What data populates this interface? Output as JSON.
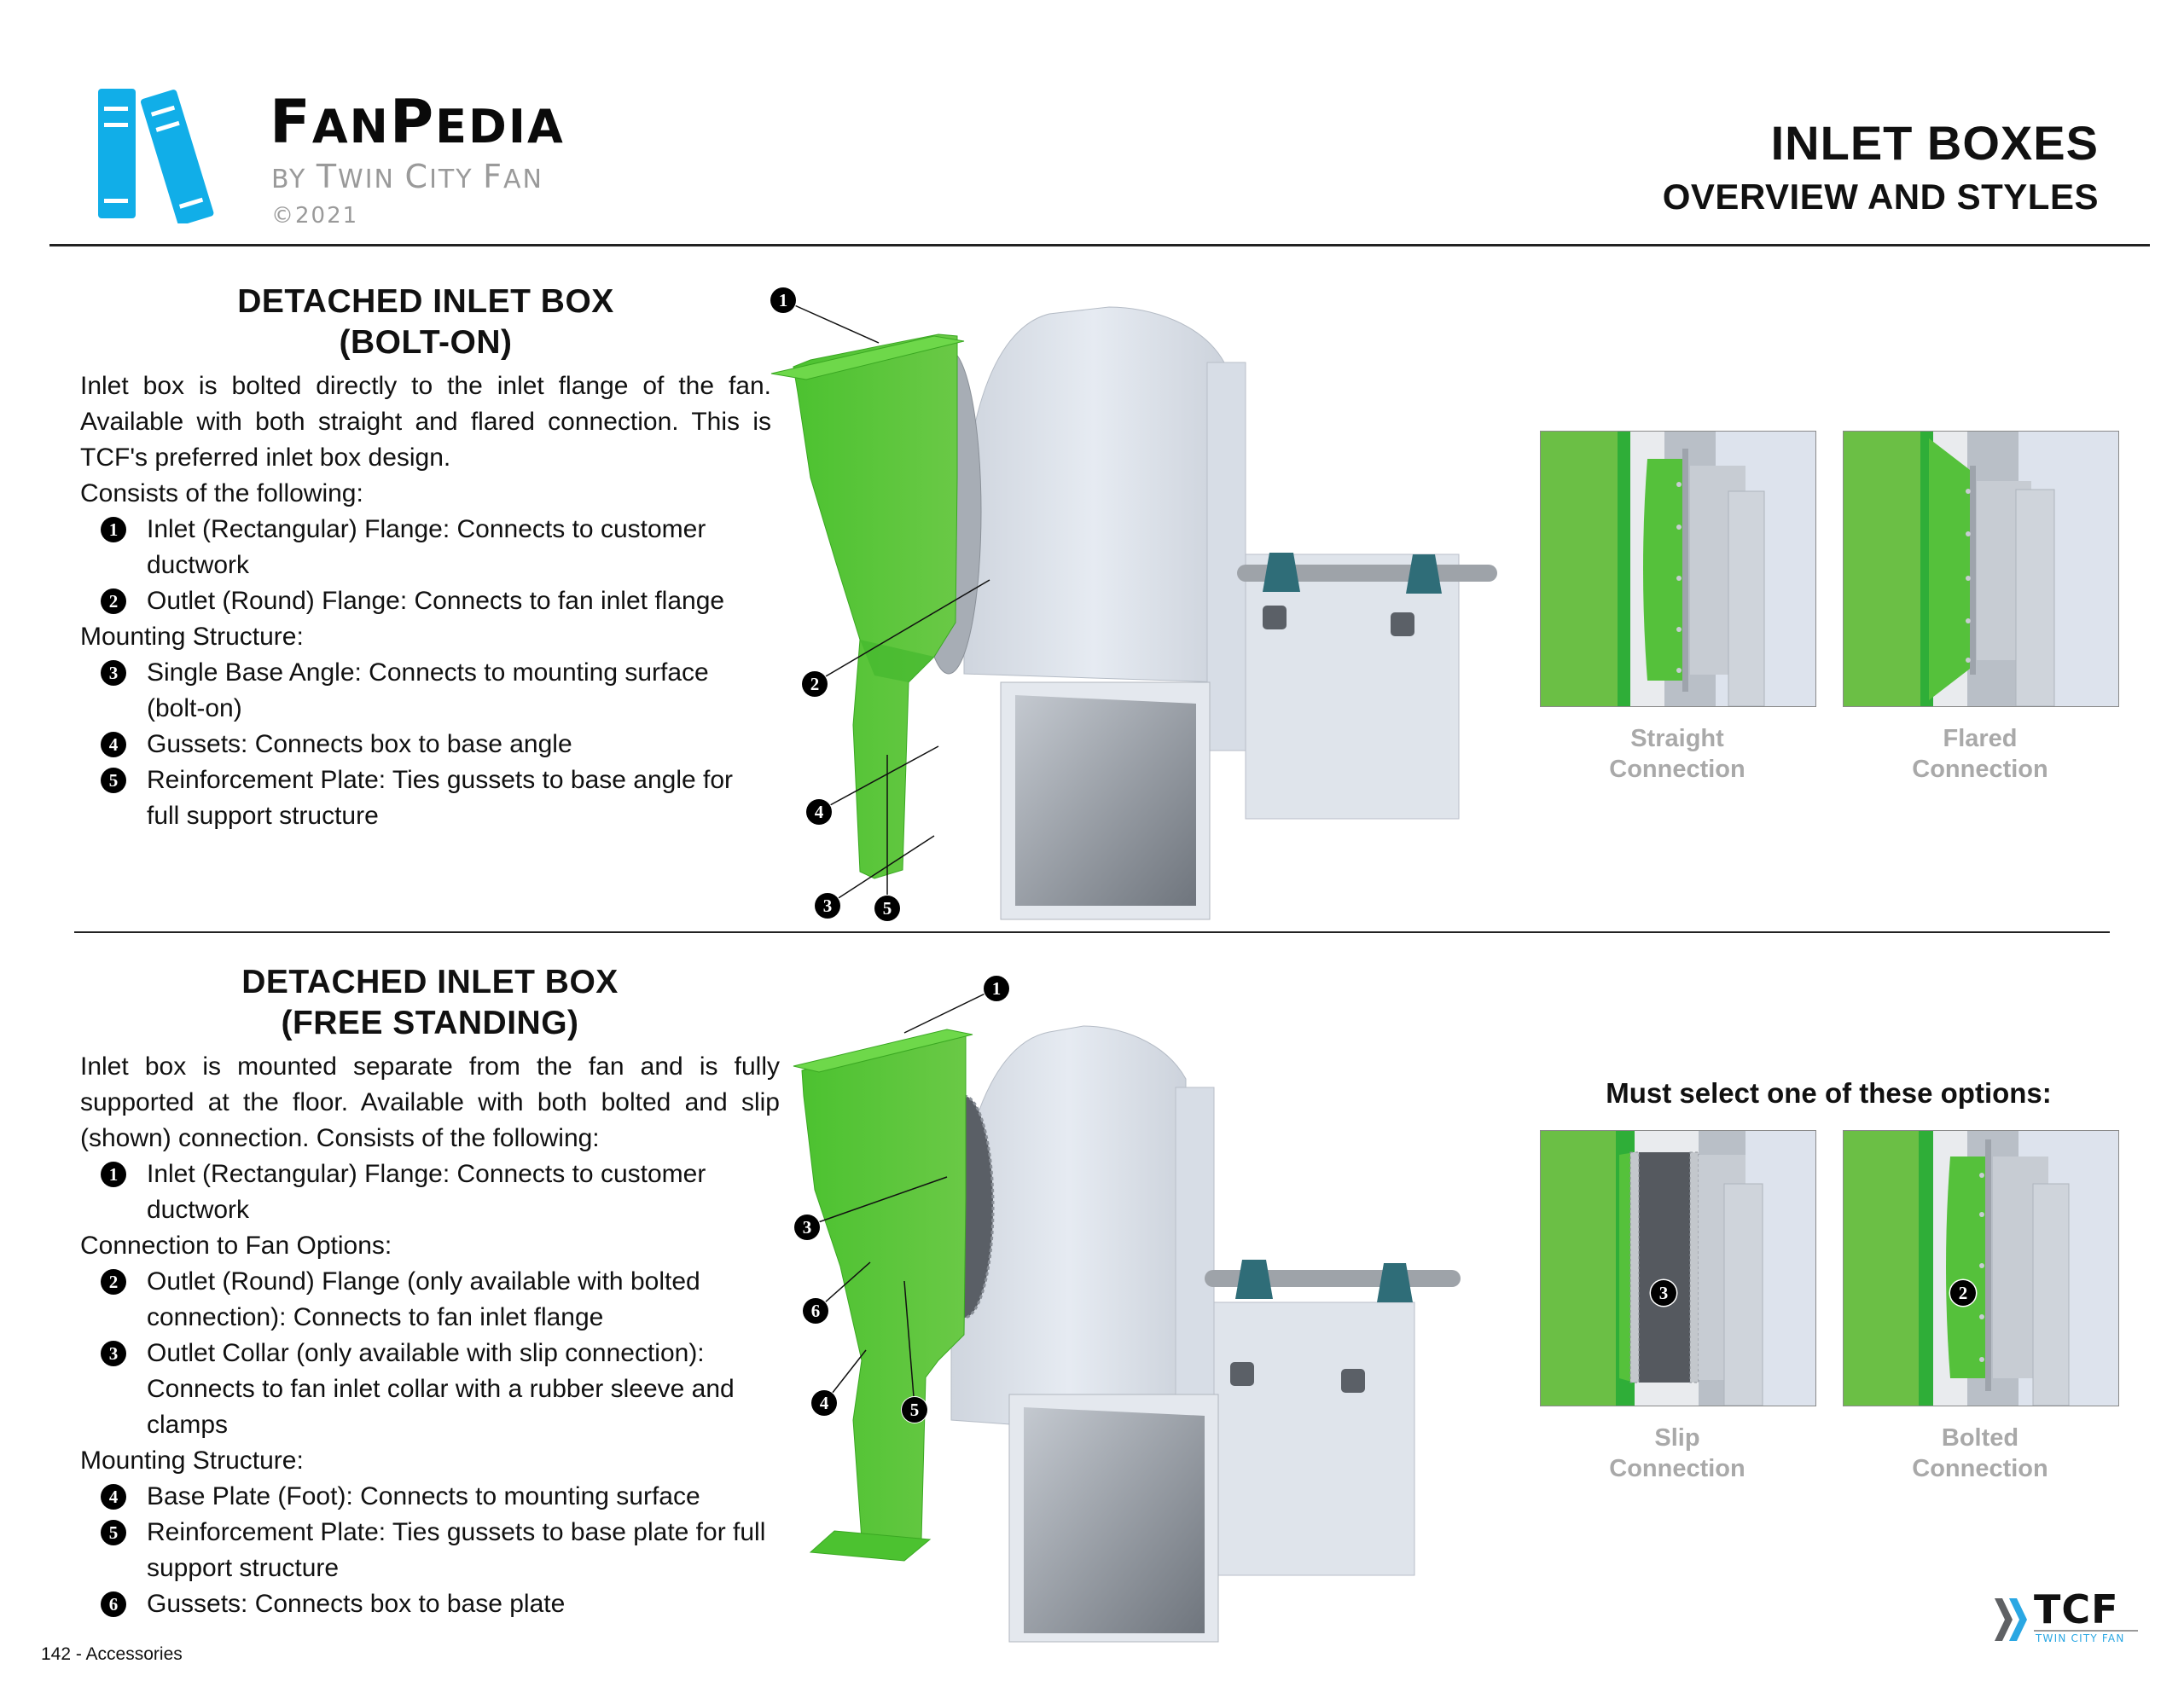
{
  "header": {
    "logo": {
      "brand_name": "FanPedia",
      "brand_name_parts": [
        "F",
        "AN",
        "P",
        "EDIA"
      ],
      "byline": "by Twin City Fan",
      "byline_parts": [
        "BY ",
        "T",
        "WIN ",
        "C",
        "ITY ",
        "F",
        "AN"
      ],
      "copyright": "©2021",
      "book_color": "#11aee8"
    },
    "title_line1": "INLET BOXES",
    "title_line2": "OVERVIEW AND STYLES"
  },
  "sections": [
    {
      "heading_line1": "DETACHED INLET BOX",
      "heading_line2": "(BOLT-ON)",
      "intro": "Inlet box is bolted directly to the inlet flange of the fan. Available with both straight and flared connection. This is TCF's preferred inlet box design.",
      "groups": [
        {
          "label": "Consists of the following:",
          "items": [
            {
              "num": "1",
              "text": "Inlet (Rectangular) Flange: Connects to customer ductwork"
            },
            {
              "num": "2",
              "text": "Outlet (Round) Flange: Connects to fan inlet flange"
            }
          ]
        },
        {
          "label": "Mounting Structure:",
          "items": [
            {
              "num": "3",
              "text": "Single Base Angle: Connects to mounting surface (bolt-on)"
            },
            {
              "num": "4",
              "text": "Gussets: Connects box to base angle"
            },
            {
              "num": "5",
              "text": "Reinforcement Plate: Ties gussets to base angle for full support structure"
            }
          ]
        }
      ],
      "illustration_callouts": [
        "1",
        "2",
        "4",
        "3",
        "5"
      ],
      "details": [
        {
          "caption_line1": "Straight",
          "caption_line2": "Connection"
        },
        {
          "caption_line1": "Flared",
          "caption_line2": "Connection"
        }
      ]
    },
    {
      "heading_line1": "DETACHED INLET BOX",
      "heading_line2": "(FREE STANDING)",
      "intro": "Inlet box is mounted separate from the fan and is fully supported at the floor. Available with both bolted and slip (shown) connection. Consists of the following:",
      "groups": [
        {
          "label": "",
          "items": [
            {
              "num": "1",
              "text": "Inlet (Rectangular) Flange: Connects to customer ductwork"
            }
          ]
        },
        {
          "label": "Connection to Fan Options:",
          "items": [
            {
              "num": "2",
              "text": "Outlet (Round) Flange (only available with bolted connection): Connects to fan inlet flange"
            },
            {
              "num": "3",
              "text": "Outlet Collar (only available with slip connection): Connects to fan inlet collar with a rubber sleeve and clamps"
            }
          ]
        },
        {
          "label": "Mounting Structure:",
          "items": [
            {
              "num": "4",
              "text": "Base Plate (Foot): Connects to mounting surface"
            },
            {
              "num": "5",
              "text": "Reinforcement Plate: Ties gussets to base plate for full support structure"
            },
            {
              "num": "6",
              "text": "Gussets: Connects box to base plate"
            }
          ]
        }
      ],
      "illustration_callouts": [
        "1",
        "3",
        "6",
        "4",
        "5"
      ],
      "options_heading": "Must select one of these options:",
      "details": [
        {
          "caption_line1": "Slip",
          "caption_line2": "Connection",
          "callout": "3"
        },
        {
          "caption_line1": "Bolted",
          "caption_line2": "Connection",
          "callout": "2"
        }
      ]
    }
  ],
  "colors": {
    "inlet_box_green": "#5cc43c",
    "fan_housing": "#dde3ec",
    "caption_gray": "#a9a9a9",
    "bearing_teal": "#2f6d78",
    "tcf_blue": "#2aa7e3",
    "tcf_gray": "#5f6164"
  },
  "footer": {
    "page_label": "142 - Accessories",
    "tcf_logo_text": "TCF",
    "tcf_logo_sub": "TWIN CITY FAN"
  }
}
